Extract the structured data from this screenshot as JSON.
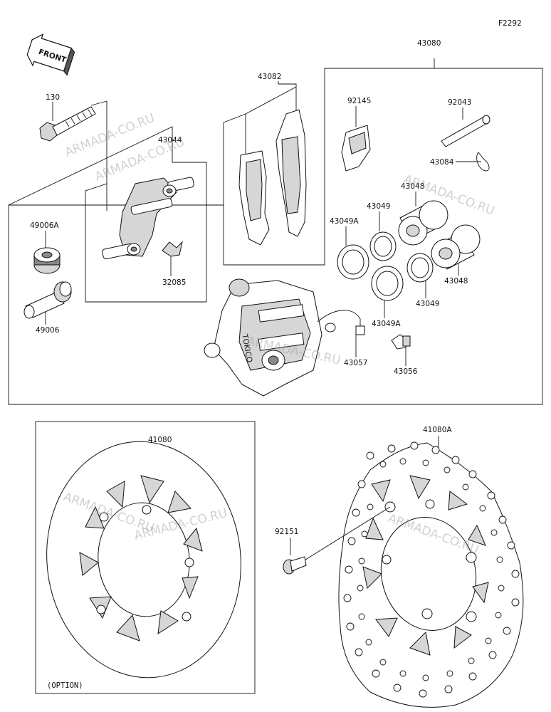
{
  "figure_code": "F2292",
  "front_label": "FRONT",
  "option_label": "(OPTION)",
  "watermark": "ARMADA-CO.RU",
  "parts": {
    "p43080": "43080",
    "p43082": "43082",
    "p43044": "43044",
    "p130": "130",
    "p49006A": "49006A",
    "p49006": "49006",
    "p32085": "32085",
    "p92145": "92145",
    "p92043": "92043",
    "p43084": "43084",
    "p43048a": "43048",
    "p43048b": "43048",
    "p43049a": "43049",
    "p43049b": "43049",
    "p43049Aa": "43049A",
    "p43049Ab": "43049A",
    "p43057": "43057",
    "p43056": "43056",
    "p41080": "41080",
    "p41080A": "41080A",
    "p92151": "92151"
  }
}
